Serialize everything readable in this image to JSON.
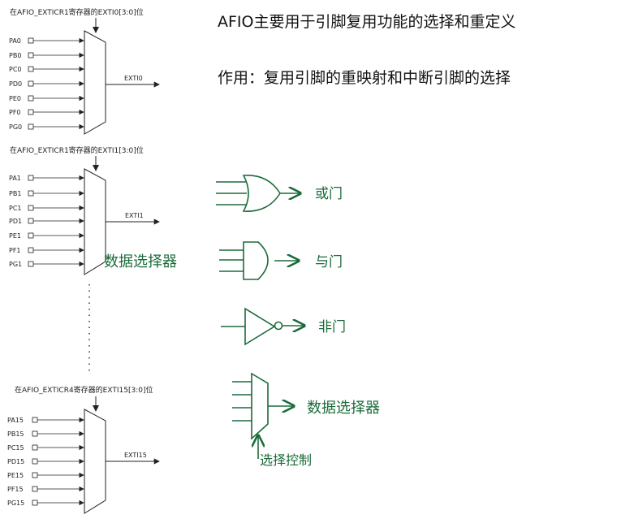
{
  "colors": {
    "ink": "#111111",
    "green": "#1b6b3a",
    "print": "#222222"
  },
  "mux_blocks": [
    {
      "title": "在AFIO_EXTICR1寄存器的EXTI0[3:0]位",
      "inputs": [
        "PA0",
        "PB0",
        "PC0",
        "PD0",
        "PE0",
        "PF0",
        "PG0"
      ],
      "output": "EXTI0"
    },
    {
      "title": "在AFIO_EXTICR1寄存器的EXTI1[3:0]位",
      "inputs": [
        "PA1",
        "PB1",
        "PC1",
        "PD1",
        "PE1",
        "PF1",
        "PG1"
      ],
      "output": "EXTI1"
    },
    {
      "title": "在AFIO_EXTICR4寄存器的EXTI15[3:0]位",
      "inputs": [
        "PA15",
        "PB15",
        "PC15",
        "PD15",
        "PE15",
        "PF15",
        "PG15"
      ],
      "output": "EXTI15"
    }
  ],
  "notes": {
    "line1": "AFIO主要用于引脚复用功能的选择和重定义",
    "line2": "作用：复用引脚的重映射和中断引脚的选择",
    "mux_label": "数据选择器",
    "or_gate": "或门",
    "and_gate": "与门",
    "not_gate": "非门",
    "mux_symbol_label": "数据选择器",
    "select_control": "选择控制"
  }
}
